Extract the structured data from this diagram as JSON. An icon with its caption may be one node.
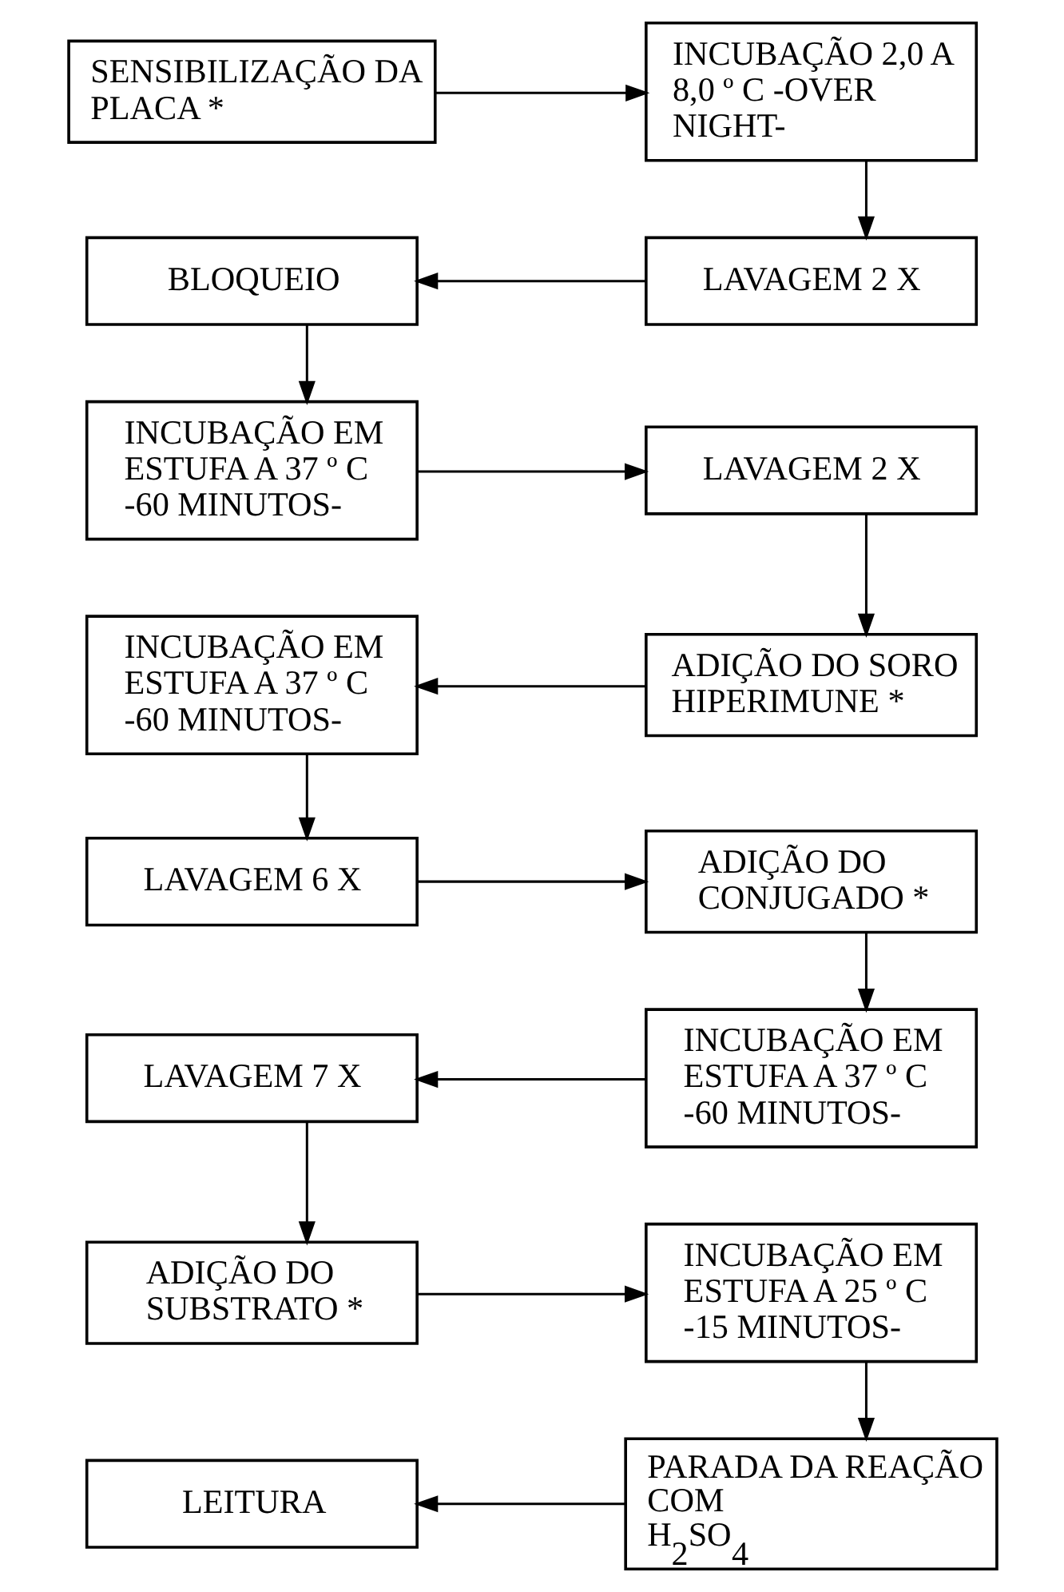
{
  "diagram": {
    "nodes": [
      {
        "text": [
          "SENSIBILIZAÇÃO DA PLACA *"
        ]
      },
      {
        "text": [
          "INCUBAÇÃO 2,0 A 8,0 º C -OVER NIGHT-"
        ]
      },
      {
        "text": [
          "BLOQUEIO"
        ]
      },
      {
        "text": [
          "LAVAGEM 2 X"
        ]
      },
      {
        "text": [
          "INCUBAÇÃO EM ESTUFA A 37 º C -60 MINUTOS-"
        ]
      },
      {
        "text": [
          "LAVAGEM 2 X"
        ]
      },
      {
        "text": [
          "INCUBAÇÃO EM ESTUFA A 37 º C -60 MINUTOS-"
        ]
      },
      {
        "text": [
          "ADIÇÃO DO SORO HIPERIMUNE *"
        ]
      },
      {
        "text": [
          "LAVAGEM 6 X"
        ]
      },
      {
        "text": [
          "ADIÇÃO DO CONJUGADO *"
        ]
      },
      {
        "text": [
          "LAVAGEM 7 X"
        ]
      },
      {
        "text": [
          "INCUBAÇÃO EM ESTUFA A 37 º C -60 MINUTOS-"
        ]
      },
      {
        "text": [
          "ADIÇÃO DO SUBSTRATO *"
        ]
      },
      {
        "text": [
          "INCUBAÇÃO EM ESTUFA A 25 º C -15 MINUTOS-"
        ]
      },
      {
        "text": [
          "LEITURA"
        ]
      },
      {
        "text": [
          "PARADA DA REAÇÃO COM H$_{2}$SO$_{4}$"
        ]
      }
    ],
    "edges": [
      {
        "from": 0,
        "to": 1,
        "arrow": "to"
      },
      {
        "from": 1,
        "to": 3,
        "arrow": "to"
      },
      {
        "from": 3,
        "to": 2,
        "arrow": "to"
      },
      {
        "from": 2,
        "to": 4,
        "arrow": "to"
      },
      {
        "from": 4,
        "to": 5,
        "arrow": "to"
      },
      {
        "from": 5,
        "to": 7,
        "arrow": "to"
      },
      {
        "from": 7,
        "to": 6,
        "arrow": "to"
      },
      {
        "from": 6,
        "to": 8,
        "arrow": "to"
      },
      {
        "from": 8,
        "to": 9,
        "arrow": "to"
      },
      {
        "from": 9,
        "to": 11,
        "arrow": "to"
      },
      {
        "from": 11,
        "to": 10,
        "arrow": "to"
      },
      {
        "from": 10,
        "to": 12,
        "arrow": "to"
      },
      {
        "from": 12,
        "to": 13,
        "arrow": "to"
      },
      {
        "from": 13,
        "to": 15,
        "arrow": "to"
      },
      {
        "from": 15,
        "to": 14,
        "arrow": "to"
      }
    ]
  }
}
